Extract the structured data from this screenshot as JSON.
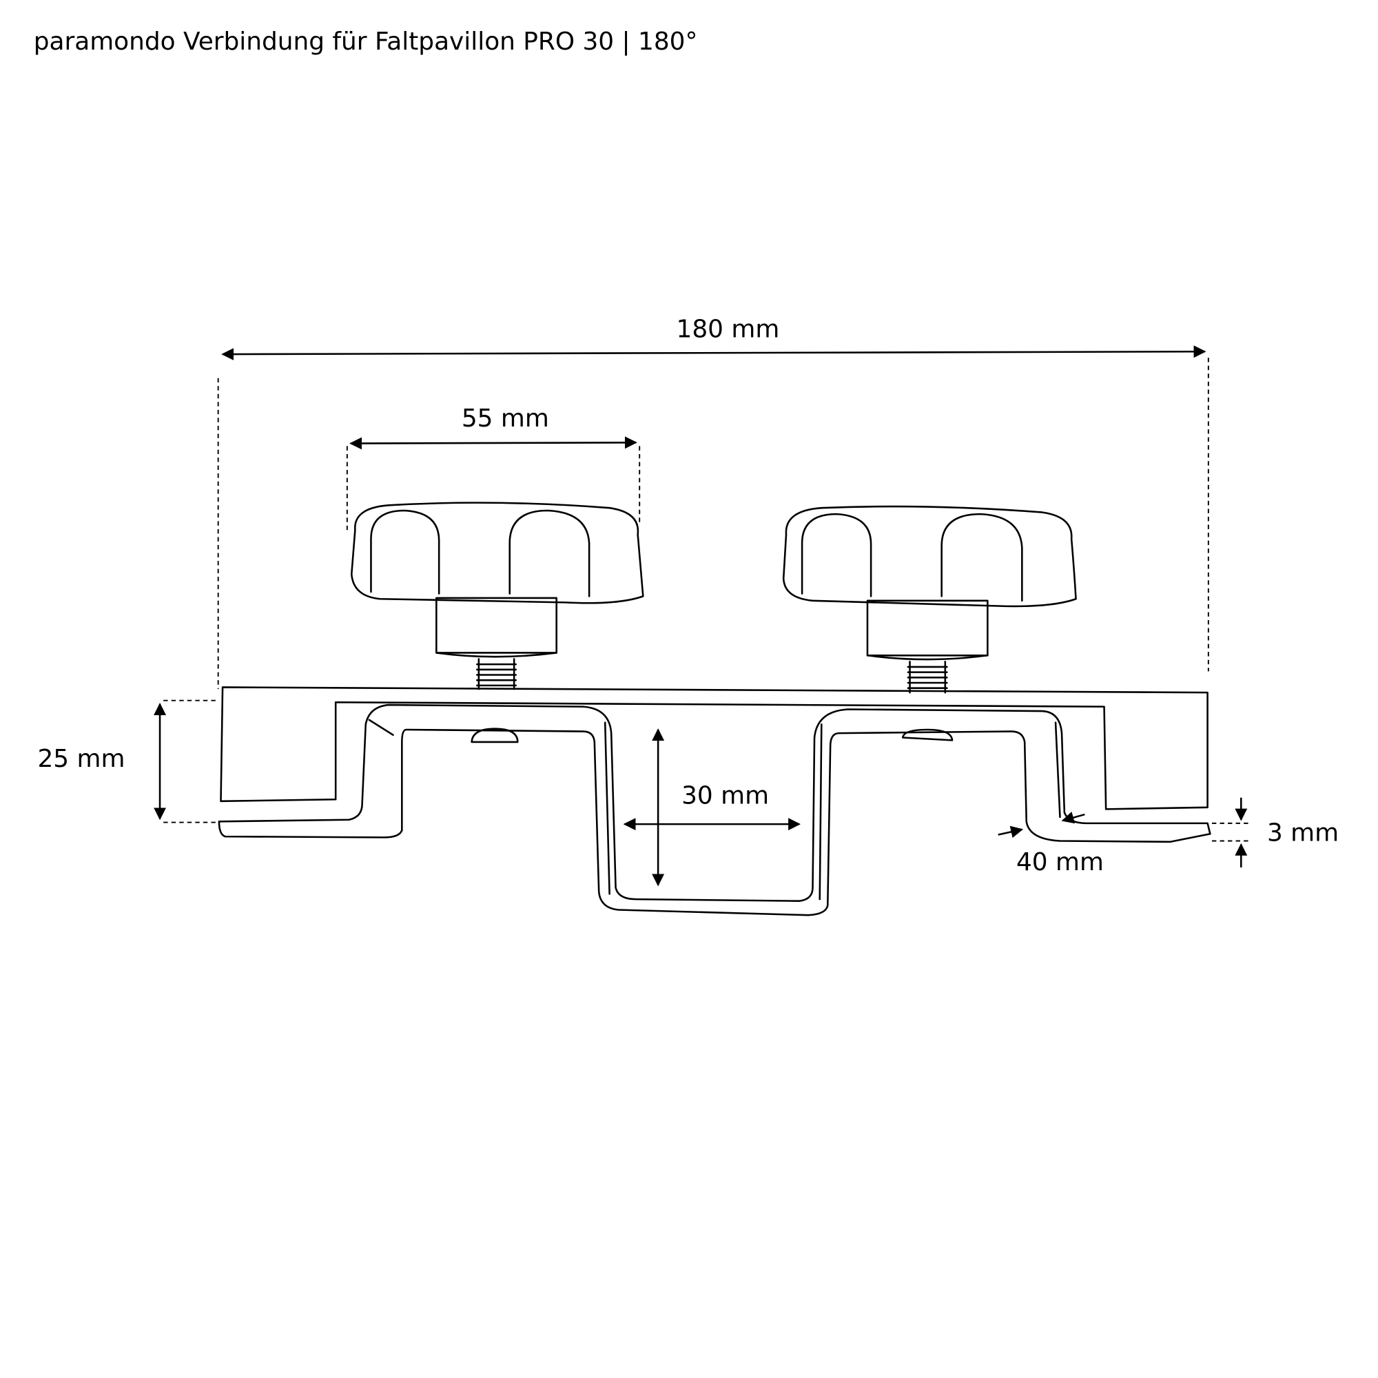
{
  "title": "paramondo Verbindung für Faltpavillon PRO 30 | 180°",
  "dimensions": {
    "total_length": "180 mm",
    "knob_width": "55 mm",
    "height": "25 mm",
    "channel_width": "30 mm",
    "flange_width": "40 mm",
    "thickness": "3 mm"
  }
}
